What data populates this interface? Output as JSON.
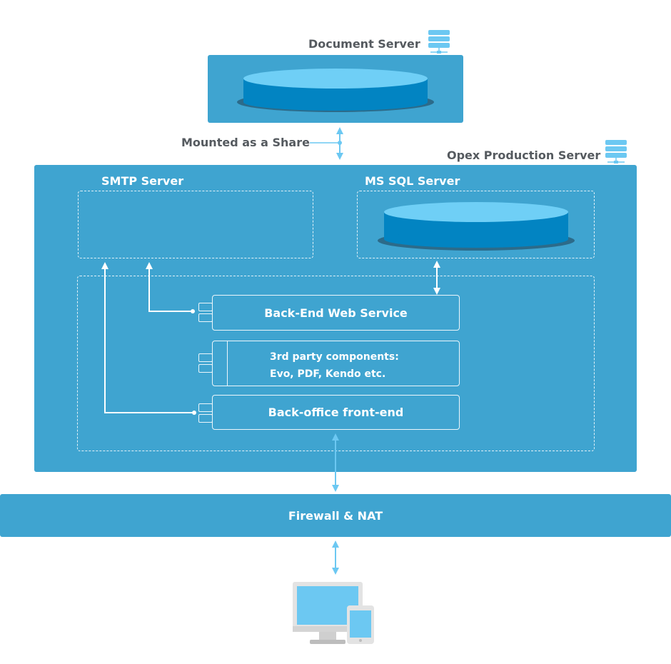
{
  "document_server": {
    "label": "Document Server"
  },
  "share_link": {
    "label": "Mounted as a Share"
  },
  "production_server": {
    "label": "Opex Production Server"
  },
  "smtp_server": {
    "label": "SMTP Server"
  },
  "sql_server": {
    "label": "MS SQL Server"
  },
  "components": {
    "backend": "Back-End Web Service",
    "third_party_line1": "3rd party components:",
    "third_party_line2": "Evo, PDF, Kendo etc.",
    "frontend": "Back-office front-end"
  },
  "firewall": {
    "label": "Firewall & NAT"
  },
  "colors": {
    "panel": "#3fa4d0",
    "arrow": "#6cc8f2",
    "disk_top": "#6fcff6",
    "disk_side": "#0284c2",
    "disk_shadow": "#2c6b8a",
    "label_dark": "#555a5f"
  },
  "icons": {
    "server": "server-stack-icon",
    "client": "desktop-and-phone-icon"
  }
}
